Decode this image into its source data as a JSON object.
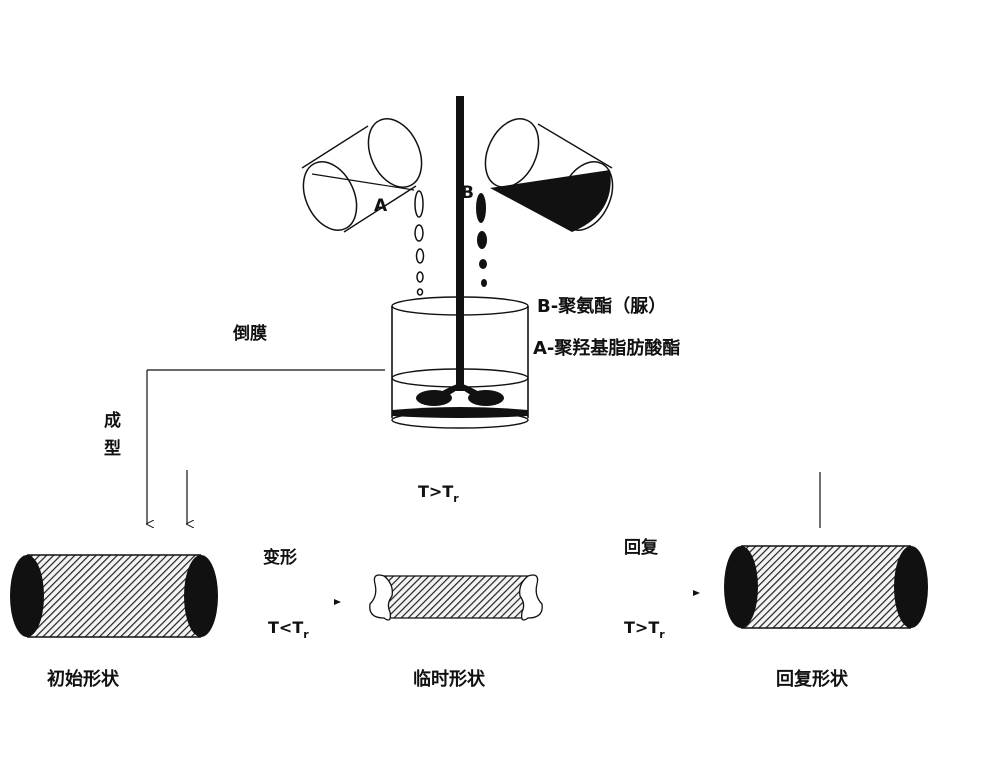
{
  "labels": {
    "pour_a": "A",
    "pour_b": "B",
    "component_b": "B-聚氨酯（脲）",
    "component_a": "A-聚羟基脂肪酸酯",
    "casting": "倒膜",
    "forming_1": "成",
    "forming_2": "型",
    "temp_top": "T>T",
    "temp_top_sub": "r",
    "deform": "变形",
    "temp_deform": "T<T",
    "temp_deform_sub": "r",
    "recover": "回复",
    "temp_recover": "T>T",
    "temp_recover_sub": "r",
    "initial_shape": "初始形状",
    "temporary_shape": "临时形状",
    "recovered_shape": "回复形状"
  },
  "colors": {
    "ink": "#111111",
    "background": "#ffffff",
    "hatch": "#222222"
  }
}
